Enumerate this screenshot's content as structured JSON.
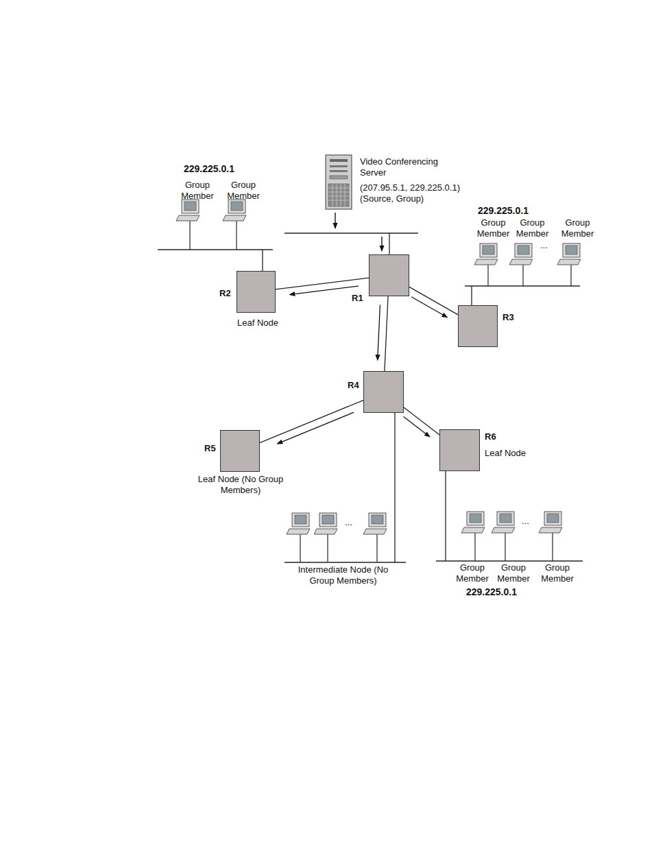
{
  "diagram": {
    "nodes": [
      {
        "text": [
          "R1"
        ]
      },
      {
        "text": [
          "R2",
          "Leaf Node"
        ]
      },
      {
        "text": [
          "R3"
        ]
      },
      {
        "text": [
          "R4"
        ]
      },
      {
        "text": [
          "R5",
          "Leaf Node (No Group Members)"
        ]
      },
      {
        "text": [
          "R6",
          "Leaf Node"
        ]
      }
    ],
    "edges": [
      {
        "from": 0,
        "to": 1,
        "arrow": "to"
      },
      {
        "from": 0,
        "to": 2,
        "arrow": "to"
      },
      {
        "from": 0,
        "to": 3,
        "arrow": "to"
      },
      {
        "from": 3,
        "to": 4,
        "arrow": "to"
      },
      {
        "from": 3,
        "to": 5,
        "arrow": "to"
      }
    ],
    "labels": [
      "229.225.0.1",
      "Group Member",
      "Group Member",
      "Video Conferencing Server",
      "(207.95.5.1, 229.225.0.1) (Source, Group)",
      "229.225.0.1",
      "Group Member",
      "Group Member",
      "Group Member",
      "...",
      "...",
      "Intermediate Node (No Group Members)",
      "...",
      "Group Member",
      "Group Member",
      "Group Member",
      "229.225.0.1"
    ]
  }
}
